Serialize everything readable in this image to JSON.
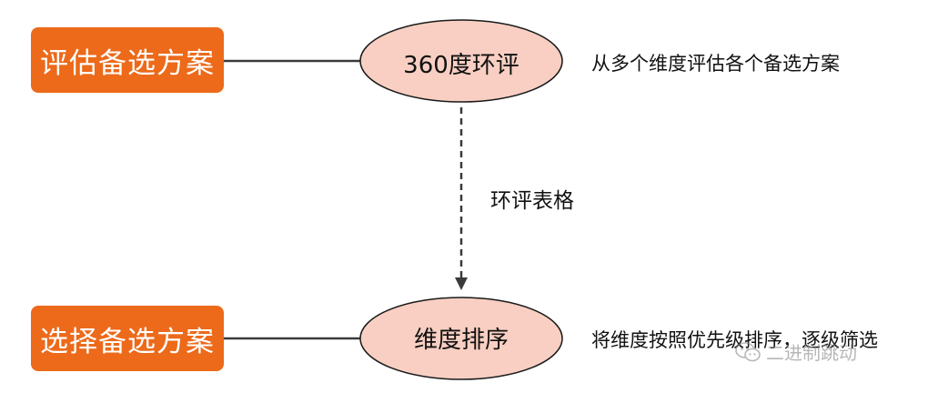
{
  "steps": [
    {
      "label": "评估备选方案"
    },
    {
      "label": "选择备选方案"
    }
  ],
  "nodes": [
    {
      "label": "360度环评"
    },
    {
      "label": "维度排序"
    }
  ],
  "notes": [
    "从多个维度评估各个备选方案",
    "将维度按照优先级排序，逐级筛选"
  ],
  "edge_label": "环评表格",
  "watermark": {
    "text": "二进制跳动",
    "icon": "wechat-icon"
  },
  "colors": {
    "step_box": "#ec6a1a",
    "node_fill": "#f8cfc2",
    "line": "#3a3a3a"
  }
}
